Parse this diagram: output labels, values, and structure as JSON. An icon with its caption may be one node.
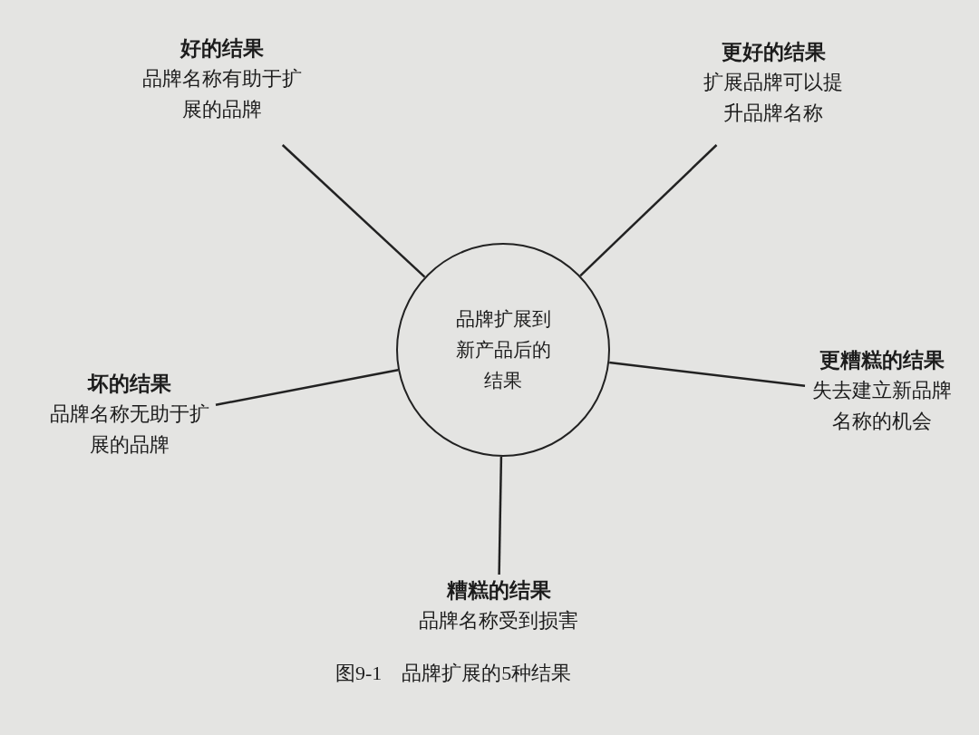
{
  "diagram": {
    "nodes": [
      {
        "text": [
          "品牌扩展到新产品后的结果"
        ]
      },
      {
        "text": [
          "好的结果",
          "品牌名称有助于扩展的品牌"
        ]
      },
      {
        "text": [
          "更好的结果",
          "扩展品牌可以提升品牌名称"
        ]
      },
      {
        "text": [
          "坏的结果",
          "品牌名称无助于扩展的品牌"
        ]
      },
      {
        "text": [
          "更糟糕的结果",
          "失去建立新品牌名称的机会"
        ]
      },
      {
        "text": [
          "糟糕的结果",
          "品牌名称受到损害"
        ]
      }
    ],
    "edges": [
      {
        "from": 0,
        "to": 1,
        "arrow": "none"
      },
      {
        "from": 0,
        "to": 2,
        "arrow": "none"
      },
      {
        "from": 0,
        "to": 3,
        "arrow": "none"
      },
      {
        "from": 0,
        "to": 4,
        "arrow": "none"
      },
      {
        "from": 0,
        "to": 5,
        "arrow": "none"
      }
    ],
    "caption": "图9-1　品牌扩展的5种结果"
  }
}
